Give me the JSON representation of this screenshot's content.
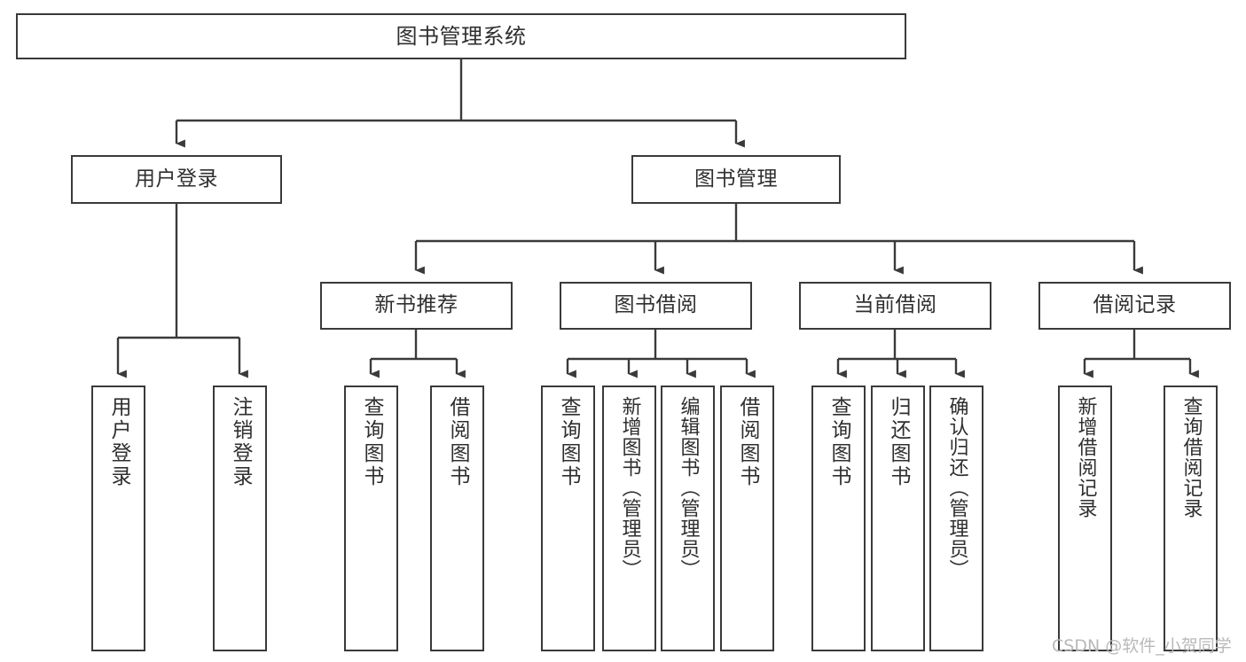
{
  "diagram": {
    "title": "图书管理系统",
    "type": "tree",
    "watermark": "CSDN @软件_小贺同学",
    "colors": {
      "box_border": "#3a3a3a",
      "box_fill": "#ffffff",
      "edge": "#3a3a3a",
      "text": "#2f2f2f",
      "watermark": "#b9b9b9",
      "background": "#ffffff"
    },
    "nodes": {
      "root": {
        "label": "图书管理系统"
      },
      "level1": [
        {
          "id": "user-login",
          "label": "用户登录"
        },
        {
          "id": "book-manage",
          "label": "图书管理"
        }
      ],
      "level2": [
        {
          "id": "new-book-recommend",
          "label": "新书推荐"
        },
        {
          "id": "book-borrow",
          "label": "图书借阅"
        },
        {
          "id": "current-borrow",
          "label": "当前借阅"
        },
        {
          "id": "borrow-record",
          "label": "借阅记录"
        }
      ],
      "leaves": {
        "user-login": [
          {
            "id": "leaf-user-login",
            "label": "用户登录"
          },
          {
            "id": "leaf-logout-login",
            "label": "注销登录"
          }
        ],
        "new-book-recommend": [
          {
            "id": "leaf-query-book-1",
            "label": "查询图书"
          },
          {
            "id": "leaf-borrow-book-1",
            "label": "借阅图书"
          }
        ],
        "book-borrow": [
          {
            "id": "leaf-query-book-2",
            "label": "查询图书"
          },
          {
            "id": "leaf-add-book",
            "label": "新增图书（管理员）"
          },
          {
            "id": "leaf-edit-book",
            "label": "编辑图书（管理员）"
          },
          {
            "id": "leaf-borrow-book-2",
            "label": "借阅图书"
          }
        ],
        "current-borrow": [
          {
            "id": "leaf-query-book-3",
            "label": "查询图书"
          },
          {
            "id": "leaf-return-book",
            "label": "归还图书"
          },
          {
            "id": "leaf-confirm-return",
            "label": "确认归还（管理员）"
          }
        ],
        "borrow-record": [
          {
            "id": "leaf-add-record",
            "label": "新增借阅记录"
          },
          {
            "id": "leaf-query-record",
            "label": "查询借阅记录"
          }
        ]
      }
    }
  }
}
